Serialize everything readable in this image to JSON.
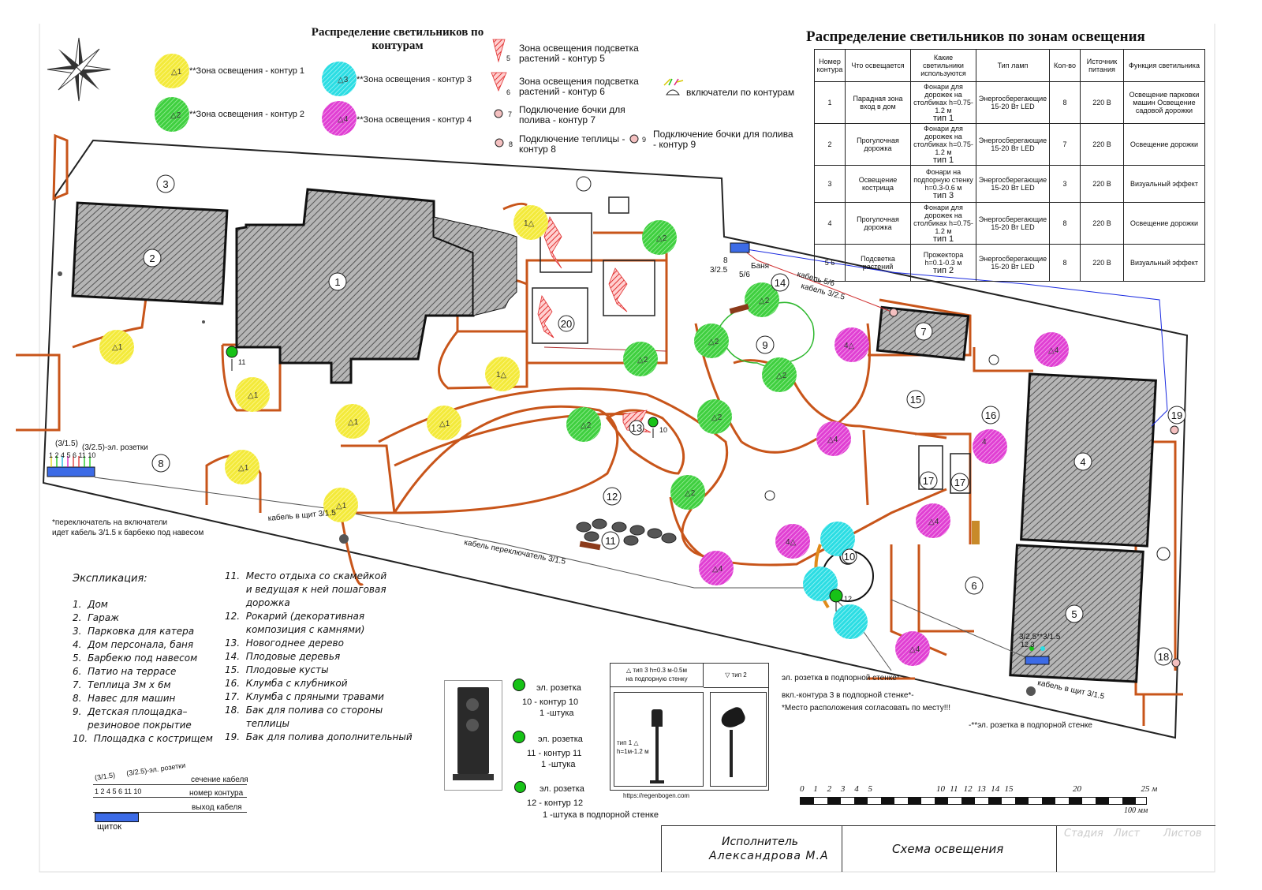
{
  "titles": {
    "contours": "Распределение светильников по контурам",
    "zones": "Распределение светильников по зонам освещения"
  },
  "legend": {
    "z1": "**Зона освещения - контур 1",
    "z2": "**Зона освещения - контур 2",
    "z3": "**Зона освещения - контур 3",
    "z4": "**Зона освещения - контур 4",
    "z5": "Зона освещения подсветка растений - контур 5",
    "z6": "Зона освещения подсветка растений - контур 6",
    "z7": "Подключение бочки для полива - контур 7",
    "z8": "Подключение теплицы - контур 8",
    "z9": "Подключение бочки для полива - контур 9",
    "switches": "включатели по контурам",
    "m5": "5",
    "m6": "6",
    "m7": "7",
    "m8": "8",
    "m9": "9"
  },
  "table": {
    "headers": [
      "Номер контура",
      "Что освещается",
      "Какие светильники используются",
      "Тип ламп",
      "Кол-во",
      "Источник питания",
      "Функция светильника"
    ],
    "rows": [
      {
        "n": "1",
        "what": "Парадная зона вход в дом",
        "fix": "Фонари для дорожек на столбиках h=0.75-1.2 м",
        "type": "тип 1",
        "lamp": "Энергосберегающие 15-20 Вт LED",
        "qty": "8",
        "src": "220 В",
        "fn": "Освещение парковки машин Освещение садовой дорожки"
      },
      {
        "n": "2",
        "what": "Прогулочная дорожка",
        "fix": "Фонари для дорожек на столбиках h=0.75-1.2 м",
        "type": "тип 1",
        "lamp": "Энергосберегающие 15-20 Вт LED",
        "qty": "7",
        "src": "220 В",
        "fn": "Освещение дорожки"
      },
      {
        "n": "3",
        "what": "Освещение кострища",
        "fix": "Фонари на подпорную стенку h=0.3-0.6 м",
        "type": "тип 3",
        "lamp": "Энергосберегающие 15-20 Вт LED",
        "qty": "3",
        "src": "220 В",
        "fn": "Визуальный эффект"
      },
      {
        "n": "4",
        "what": "Прогулочная дорожка",
        "fix": "Фонари для дорожек на столбиках h=0.75-1.2 м",
        "type": "тип 1",
        "lamp": "Энергосберегающие 15-20 Вт LED",
        "qty": "8",
        "src": "220 В",
        "fn": "Освещение дорожки"
      },
      {
        "n": "5  6",
        "what": "Подсветка растений",
        "fix": "Прожектора h=0.1-0.3 м",
        "type": "тип 2",
        "lamp": "Энергосберегающие 15-20 Вт LED",
        "qty": "8",
        "src": "220 В",
        "fn": "Визуальный эффект"
      }
    ]
  },
  "explication": {
    "title": "Экспликация:",
    "col1": [
      "1.  Дом",
      "2.  Гараж",
      "3.  Парковка для катера",
      "4.  Дом персонала, баня",
      "5.  Барбекю под навесом",
      "6.  Патио на террасе",
      "7.  Теплица 3м х 6м",
      "8.  Навес для машин",
      "9.  Детская площадка–",
      "     резиновое покрытие",
      "10.  Площадка с кострищем"
    ],
    "col2": [
      "11.  Место отдыха со скамейкой",
      "       и ведущая к ней пошаговая",
      "       дорожка",
      "12.  Рокарий (декоративная",
      "       композиция с камнями)",
      "13.  Новогоднее дерево",
      "14.  Плодовые деревья",
      "15.  Плодовые кусты",
      "16.  Клумба с клубникой",
      "17.  Клумба с пряными травами",
      "18.  Бак для полива со стороны",
      "       теплицы",
      "19.  Бак для полива дополнительный"
    ]
  },
  "panel": {
    "top1": "(3/1.5)",
    "top2": "(3/2.5)-эл. розетки",
    "nums": "1 2 4 5 6  11 10",
    "r1": "сечение кабеля",
    "r2": "номер контура",
    "r3": "выход кабеля",
    "shield": "щиток"
  },
  "sockets": {
    "s10a": "эл. розетка",
    "s10b": "10 - контур 10",
    "s10c": "1 -штука",
    "s11a": "эл. розетка",
    "s11b": "11 - контур 11",
    "s11c": "1 -штука",
    "s12a": "эл. розетка",
    "s12b": "12 - контур 12",
    "s12c": "1 -штука в подпорной стенке"
  },
  "types": {
    "t3": "△ тип 3   h=0.3 м-0.5м",
    "t3b": "на подпорную стенку",
    "t2": "▽ тип 2",
    "t1": "тип 1 △",
    "t1b": "h=1м-1.2 м",
    "url": "https://regenbogen.com"
  },
  "notes": {
    "switch": "*переключатель на включатели\nидет кабель 3/1.5 к барбекю под навесом",
    "wall1": "эл. розетка в подпорной стенке*",
    "wall2": "вкл.-контура 3 в подпорной стенке*-",
    "wall3": "*Место расположения согласовать по месту!!!",
    "wall4": "-**эл. розетка в подпорной стенке"
  },
  "plan": {
    "numbers": [
      "1",
      "2",
      "3",
      "4",
      "5",
      "6",
      "7",
      "8",
      "9",
      "10",
      "11",
      "12",
      "13",
      "14",
      "15",
      "16",
      "17",
      "17",
      "18",
      "19",
      "20"
    ],
    "cable1": "кабель в щит 3/1.5",
    "cable2": "кабель переключатель 3/1.5",
    "cable3": "кабель 5/6",
    "cable4": "кабель 3/2.5",
    "cable5": "кабель в щит 3/1.5",
    "banya": "Баня",
    "b1": "8",
    "b2": "3/2.5",
    "b3": "5/6",
    "panel2": "3/2.5**3/1.5",
    "panel2n": "12       3",
    "s8_1": "(3/1.5)",
    "s8_2": "(3/2.5)-эл. розетки",
    "s8_3": "1 2 4 5 6 11 10"
  },
  "scale": {
    "ticks": [
      "0",
      "1",
      "2",
      "3",
      "4",
      "5",
      "10",
      "11",
      "12",
      "13",
      "14",
      "15",
      "20",
      "25 м"
    ],
    "unit": "100 мм"
  },
  "stamp": {
    "exec1": "Исполнитель",
    "exec2": "Александрова  М.А",
    "title": "Схема освещения",
    "stage": "Стадия",
    "sheet": "Лист",
    "sheets": "Листов"
  },
  "colors": {
    "c1": "#f5ee30",
    "c2": "#3ed43e",
    "c3": "#28e0e6",
    "c4": "#e23fd6",
    "path": "#c8551a",
    "hatch": "#e03030"
  }
}
